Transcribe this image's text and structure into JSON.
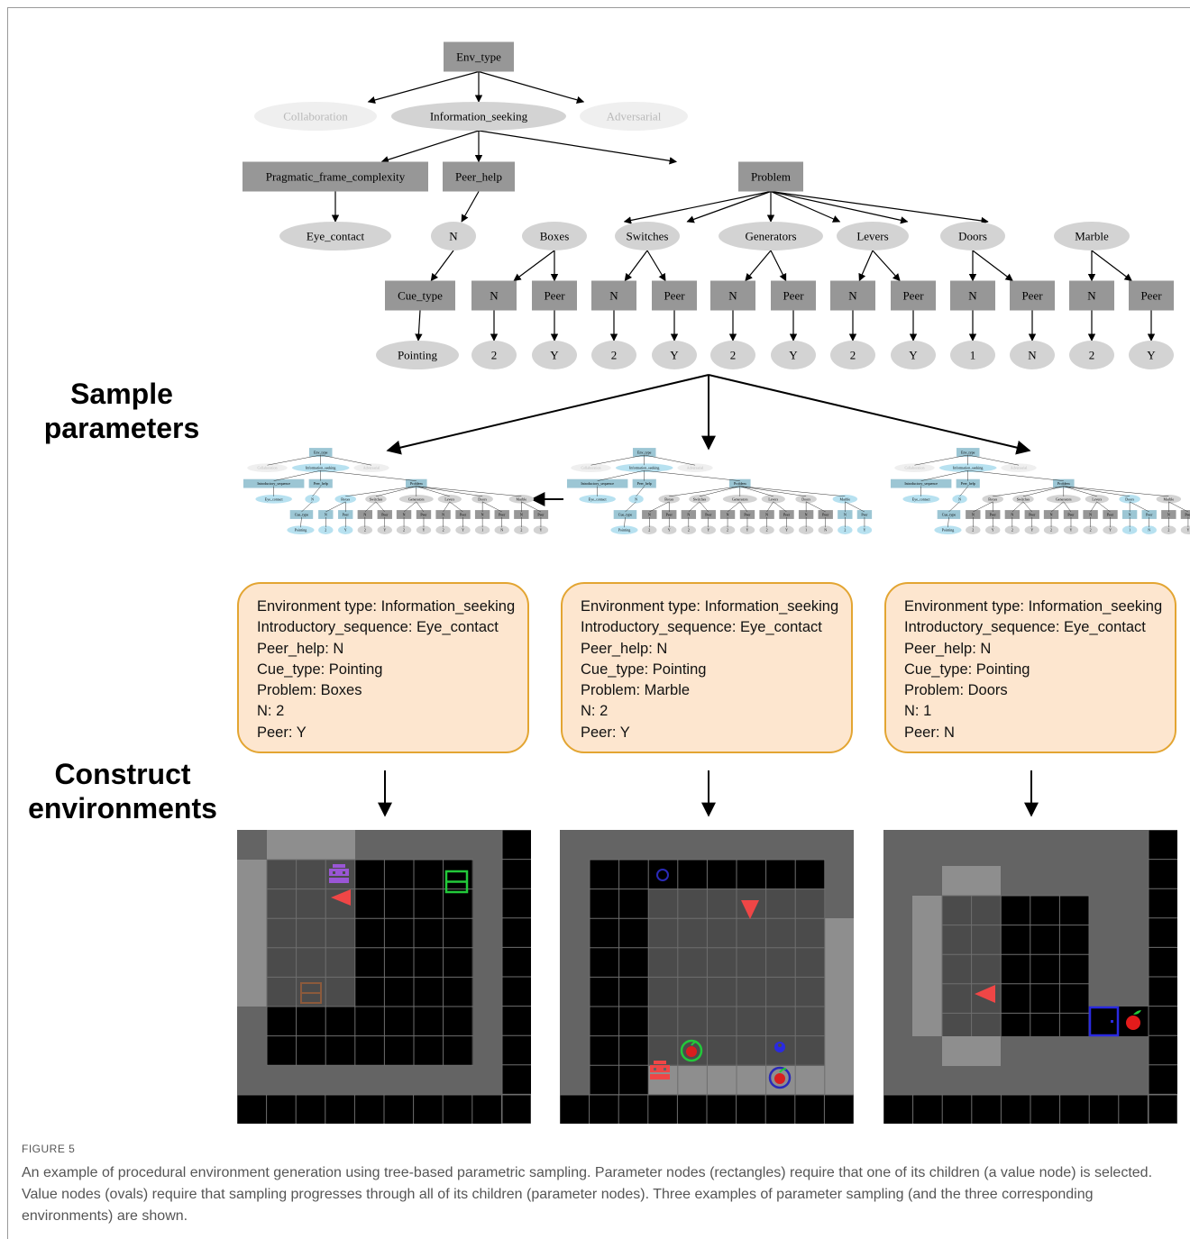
{
  "tree": {
    "root": "Env_type",
    "env_values": [
      "Collaboration",
      "Information_seeking",
      "Adversarial"
    ],
    "params": [
      "Pragmatic_frame_complexity",
      "Peer_help",
      "Problem"
    ],
    "frame_value": "Eye_contact",
    "peer_help_value": "N",
    "cue_param": "Cue_type",
    "cue_value": "Pointing",
    "problems": [
      "Boxes",
      "Switches",
      "Generators",
      "Levers",
      "Doors",
      "Marble"
    ],
    "sub_param_n": "N",
    "sub_param_peer": "Peer",
    "n_values": [
      "2",
      "2",
      "2",
      "2",
      "1",
      "2"
    ],
    "peer_values": [
      "Y",
      "Y",
      "Y",
      "Y",
      "N",
      "Y"
    ]
  },
  "mini_tree": {
    "params": [
      "Introductory_sequence",
      "Peer_help",
      "Problem"
    ]
  },
  "labels": {
    "sample": [
      "Sample",
      "parameters"
    ],
    "construct": [
      "Construct",
      "environments"
    ]
  },
  "samples": [
    {
      "lines": [
        "Environment type: Information_seeking",
        "Introductory_sequence: Eye_contact",
        "Peer_help: N",
        "Cue_type: Pointing",
        "Problem: Boxes",
        "N: 2",
        "Peer: Y"
      ]
    },
    {
      "lines": [
        "Environment type: Information_seeking",
        "Introductory_sequence: Eye_contact",
        "Peer_help: N",
        "Cue_type: Pointing",
        "Problem: Marble",
        "N: 2",
        "Peer: Y"
      ]
    },
    {
      "lines": [
        "Environment type: Information_seeking",
        "Introductory_sequence: Eye_contact",
        "Peer_help: N",
        "Cue_type: Pointing",
        "Problem: Doors",
        "N: 1",
        "Peer: N"
      ]
    }
  ],
  "caption": {
    "figure": "FIGURE 5",
    "text": "An example of procedural environment generation using tree-based parametric sampling. Parameter nodes (rectangles) require that one of its children (a value node) is selected. Value nodes (ovals) require that sampling progresses through all of its children (parameter nodes). Three examples of parameter sampling (and the three corresponding environments) are shown."
  },
  "colors": {
    "param_node": "#979797",
    "value_node": "#d3d3d3",
    "faded_value": "#efefef",
    "selected_param": "#9cc6d4",
    "selected_value": "#b7e1f0",
    "card_fill": "#fde6cf",
    "card_border": "#e3a532"
  }
}
